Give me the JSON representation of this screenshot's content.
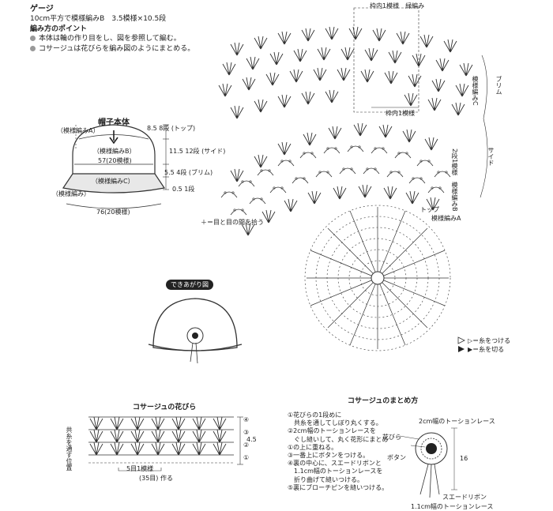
{
  "gauge": {
    "title": "ゲージ",
    "line": "10cm平方で模様編みB　3.5模様×10.5段"
  },
  "points": {
    "title": "編み方のポイント",
    "items": [
      "本体は輪の作り目をし、図を参照して編む。",
      "コサージュは花びらを編み図のようにまとめる。"
    ]
  },
  "hat_body": {
    "title": "帽子本体",
    "pattern_a": "（模様編みA）",
    "pattern_b": "（模様編みB）",
    "count_b": "57(20模様)",
    "pattern_c": "（模様編みC）",
    "brim_pattern": "（模様編み）",
    "bottom_width": "76(20模様)",
    "dims": [
      {
        "value": "8.5",
        "rows": "8段",
        "part": "(トップ)"
      },
      {
        "value": "11.5",
        "rows": "12段",
        "part": "(サイド)"
      },
      {
        "value": "5.5",
        "rows": "4段",
        "part": "(ブリム)"
      },
      {
        "value": "0.5",
        "rows": "1段",
        "part": ""
      }
    ]
  },
  "main_chart": {
    "top_label": "枠内1模様　緑編み",
    "mid_label": "枠内1模様",
    "pattern_c": "模様編みC",
    "brim": "ブリム",
    "side_b": "2段1模様　模様編みB",
    "side": "サイド",
    "top": "トップ",
    "pattern_a": "模様編みA",
    "note": "＋＝目と目の間を拾う"
  },
  "legend": {
    "attach": "▷＝糸をつける",
    "cut": "▶＝糸を切る"
  },
  "finished": {
    "title": "できあがり図"
  },
  "petal": {
    "title": "コサージュの花びら",
    "side_label": "共糸を通す位置",
    "repeat": "5目1模様",
    "width": "(35目) 作る",
    "rows": [
      "④",
      "③",
      "②",
      "①"
    ],
    "height": "4.5"
  },
  "assembly": {
    "title": "コサージュのまとめ方",
    "steps": [
      "①花びらの1段めに",
      "　共糸を通してしぼり丸くする。",
      "②2cm幅のトーションレースを",
      "　ぐし縫いして、丸く花形にまとめ",
      "①の上に重ねる。",
      "③一番上にボタンをつける。",
      "④裏の中心に、スエードリボンと",
      "　1.1cm幅のトーションレースを",
      "　折り曲げて縫いつける。",
      "⑤裏にブローチピンを縫いつける。"
    ],
    "lace_top": "2cm幅のトーションレース",
    "petal": "花びら",
    "button": "ボタン",
    "length": "16",
    "ribbon": "スエードリボン",
    "lace_bottom": "1.1cm幅のトーションレース"
  }
}
